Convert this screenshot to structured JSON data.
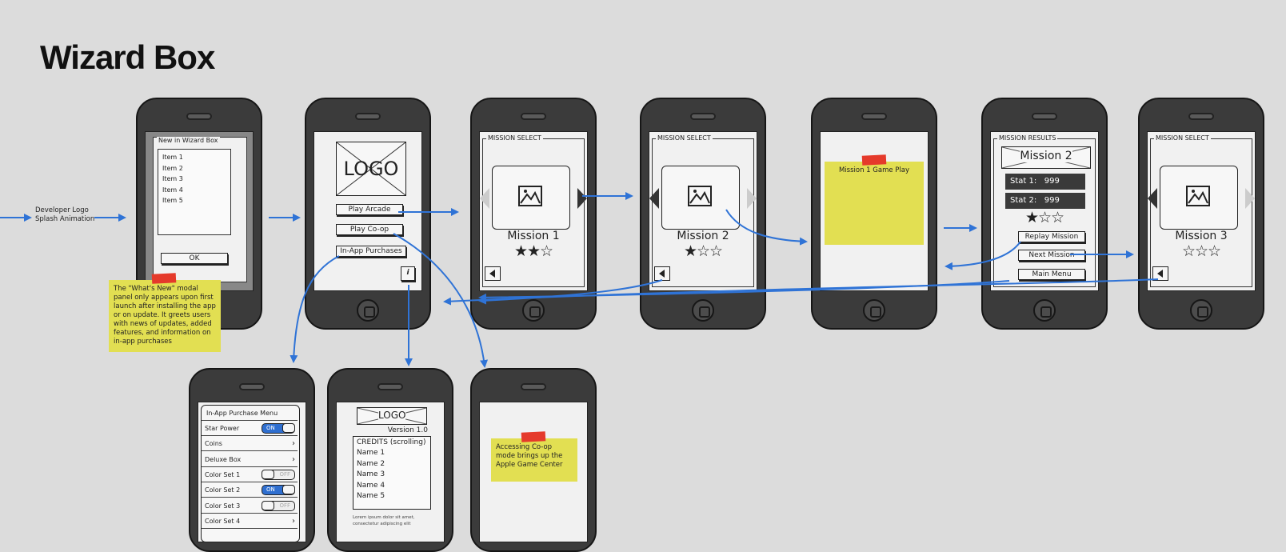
{
  "title": "Wizard Box",
  "labels": {
    "splash": "Developer Logo\nSplash Animation"
  },
  "whats_new": {
    "panel_title": "New in Wizard Box",
    "items": [
      "Item 1",
      "Item 2",
      "Item 3",
      "Item 4",
      "Item 5"
    ],
    "ok": "OK",
    "note": "The \"What's New\" modal panel only appears upon first launch after installing the app or on update. It greets users with news of updates, added features, and information on in-app purchases"
  },
  "main_menu": {
    "logo": "LOGO",
    "play_arcade": "Play Arcade",
    "play_coop": "Play Co-op",
    "in_app": "In-App Purchases",
    "info": "i"
  },
  "mission_select_label": "MISSION SELECT",
  "missions": [
    {
      "name": "Mission 1",
      "stars": 2
    },
    {
      "name": "Mission 2",
      "stars": 1
    },
    {
      "name": "Mission 3",
      "stars": 0
    }
  ],
  "game_play_note": "Mission 1 Game Play",
  "results": {
    "label": "MISSION RESULTS",
    "mission": "Mission 2",
    "stat1_label": "Stat 1:",
    "stat1_value": "999",
    "stat2_label": "Stat 2:",
    "stat2_value": "999",
    "stars": 1,
    "replay": "Replay Mission",
    "next": "Next Mission",
    "menu": "Main Menu"
  },
  "purchase_menu": {
    "title": "In-App Purchase Menu",
    "rows": [
      {
        "label": "Star Power",
        "kind": "toggle",
        "state": "ON"
      },
      {
        "label": "Coins",
        "kind": "chevron"
      },
      {
        "label": "Deluxe Box",
        "kind": "chevron"
      },
      {
        "label": "Color Set 1",
        "kind": "toggle",
        "state": "OFF"
      },
      {
        "label": "Color Set 2",
        "kind": "toggle",
        "state": "ON"
      },
      {
        "label": "Color Set 3",
        "kind": "toggle",
        "state": "OFF"
      },
      {
        "label": "Color Set 4",
        "kind": "chevron"
      }
    ]
  },
  "credits": {
    "logo": "LOGO",
    "version": "Version 1.0",
    "heading": "CREDITS (scrolling)",
    "names": [
      "Name 1",
      "Name 2",
      "Name 3",
      "Name 4",
      "Name 5"
    ],
    "lorem": "Lorem ipsum dolor sit amet, consectetur adipiscing elit"
  },
  "coop_note": "Accessing Co-op mode brings up the Apple Game Center",
  "colors": {
    "arrow": "#2f73d6",
    "sticky": "#e2df52",
    "tape": "#e53a2b",
    "toggle_on": "#2f6fd0"
  }
}
